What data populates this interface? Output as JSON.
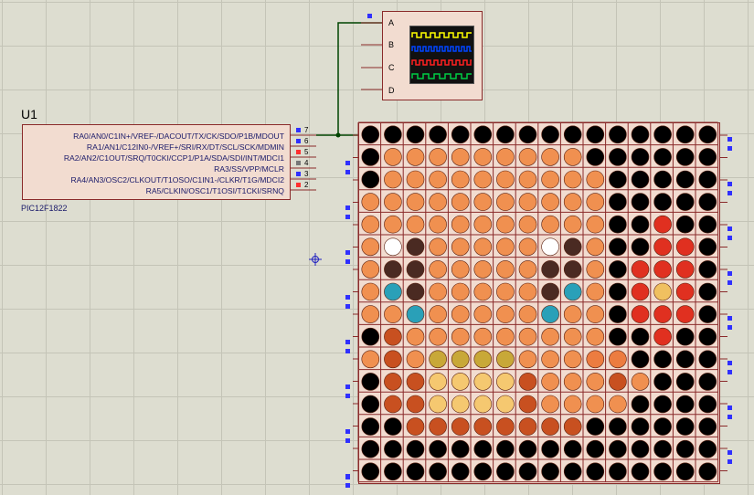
{
  "chip": {
    "ref": "U1",
    "part": "PIC12F1822",
    "pins": [
      {
        "label": "RA0/AN0/C1IN+/VREF-/DACOUT/TX/CK/SDO/P1B/MDOUT",
        "num": "7",
        "state": "blue"
      },
      {
        "label": "RA1/AN1/C12IN0-/VREF+/SRI/RX/DT/SCL/SCK/MDMIN",
        "num": "6",
        "state": "blue"
      },
      {
        "label": "RA2/AN2/C1OUT/SRQ/T0CKI/CCP1/P1A/SDA/SDI/INT/MDCI1",
        "num": "5",
        "state": "red"
      },
      {
        "label": "RA3/SS/VPP/MCLR",
        "num": "4",
        "state": "gray"
      },
      {
        "label": "RA4/AN3/OSC2/CLKOUT/T1OSO/C1IN1-/CLKR/T1G/MDCI2",
        "num": "3",
        "state": "blue"
      },
      {
        "label": "RA5/CLKIN/OSC1/T1OSI/T1CKI/SRNQ",
        "num": "2",
        "state": "red"
      }
    ]
  },
  "scope": {
    "channels": [
      "A",
      "B",
      "C",
      "D"
    ],
    "trace_colors": [
      "#ffff00",
      "#0044ff",
      "#ff2020",
      "#00cc44"
    ]
  },
  "colors": {
    "blue_state": "#3030ff",
    "red_state": "#ff3030",
    "gray_state": "#777777",
    "wire": "#004400"
  },
  "matrix": {
    "palette": {
      "K": "#000000",
      "O": "#f09050",
      "D": "#c85020",
      "W": "#ffffff",
      "B": "#4a2a22",
      "T": "#2aa0b8",
      "Y": "#c8a838",
      "L": "#f5c870",
      "R": "#e03020",
      "P": "#f0c060",
      "M": "#ec7c40"
    },
    "rows": [
      "KKKKKKKKKKKKKKKK",
      "KOOOOOOOOOKKKKKK",
      "KOOOOOOOOOOKKKKK",
      "OOOOOOOOOOOKKKKK",
      "OOOOOOOOOOOKKRKK",
      "OWBOOOOOWBOKKRRK",
      "OBBOOOOOBBOKRRRK",
      "OTBOOOOOBTOKRPRK",
      "OOTOOOOOTOOKRRRK",
      "KDOOOOOOOOOKKRKK",
      "ODOYYYYOOOMMKKKK",
      "KDDLLLLDOOODOKKK",
      "KDDLLLLDOOOOKKKK",
      "KKDDDDDDDDKKKKKK",
      "KKKKKKKKKKKKKKKK",
      "KKKKKKKKKKKKKKKK"
    ]
  }
}
